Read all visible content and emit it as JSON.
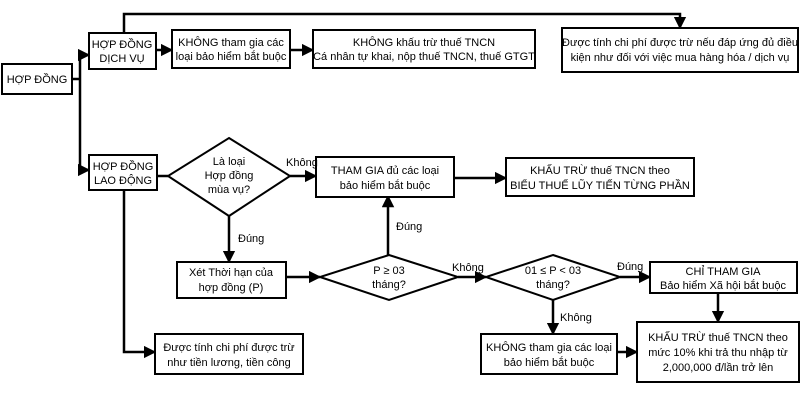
{
  "nodes": {
    "hop_dong": {
      "lines": [
        "HỢP ĐỒNG"
      ]
    },
    "hd_dich_vu": {
      "lines": [
        "HỢP ĐỒNG",
        "DỊCH VỤ"
      ]
    },
    "khong_bh_dv": {
      "lines": [
        "KHÔNG tham gia các",
        "loại bảo hiểm bắt buộc"
      ]
    },
    "khong_khau_tru_dv": {
      "lines": [
        "KHÔNG khấu trừ thuế TNCN",
        "Cá nhân tự khai, nộp thuế TNCN, thuế GTGT"
      ]
    },
    "chi_phi_dv": {
      "lines": [
        "Được tính chi phí được trừ nếu đáp ứng đủ điều",
        "kiện như đối với việc mua hàng hóa / dịch vụ"
      ]
    },
    "hd_lao_dong": {
      "lines": [
        "HỢP ĐỒNG",
        "LAO ĐỘNG"
      ]
    },
    "mua_vu": {
      "lines": [
        "Là loại",
        "Hợp đồng",
        "mùa vụ?"
      ]
    },
    "tham_gia_du": {
      "lines": [
        "THAM GIA đủ các loại",
        "bảo hiểm bắt buộc"
      ]
    },
    "luy_tien": {
      "lines": [
        "KHẤU TRỪ thuế TNCN theo",
        "BIỂU THUẾ LŨY TIẾN TỪNG PHẦN"
      ]
    },
    "xet_thoi_han": {
      "lines": [
        "Xét Thời hạn của",
        "hợp đồng (P)"
      ]
    },
    "p_ge_03": {
      "lines": [
        "P ≥ 03",
        "tháng?"
      ]
    },
    "p_01_03": {
      "lines": [
        "01 ≤ P < 03",
        "tháng?"
      ]
    },
    "chi_bhxh": {
      "lines": [
        "CHỈ THAM GIA",
        "Bảo hiểm Xã hội bắt buộc"
      ]
    },
    "khau_tru_10": {
      "lines": [
        "KHẤU TRỪ thuế TNCN theo",
        "mức 10% khi trả thu nhập từ",
        "2,000,000 đ/lần trở lên"
      ]
    },
    "khong_bh_ld": {
      "lines": [
        "KHÔNG tham gia các loại",
        "bảo hiểm bắt buộc"
      ]
    },
    "chi_phi_ld": {
      "lines": [
        "Được tính chi phí được trừ",
        "như tiền lương, tiền công"
      ]
    }
  },
  "edge_labels": {
    "khong_1": "Không",
    "dung_1": "Đúng",
    "dung_2": "Đúng",
    "khong_2": "Không",
    "dung_3": "Đúng",
    "khong_3": "Không"
  }
}
